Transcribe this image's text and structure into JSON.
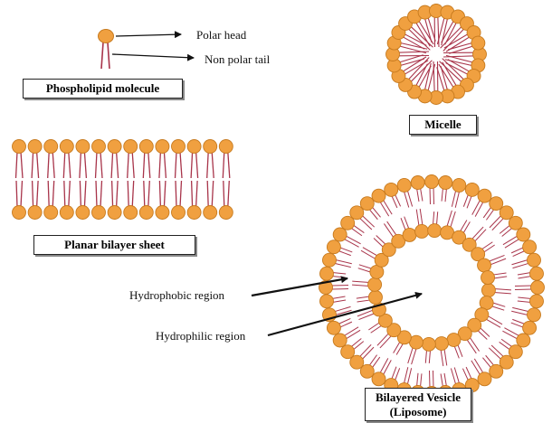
{
  "labels": {
    "polar_head": "Polar head",
    "non_polar_tail": "Non polar tail",
    "phospholipid": "Phospholipid molecule",
    "micelle": "Micelle",
    "planar_bilayer": "Planar bilayer sheet",
    "hydrophobic": "Hydrophobic region",
    "hydrophilic": "Hydrophilic region",
    "vesicle_line1": "Bilayered Vesicle",
    "vesicle_line2": "(Liposome)"
  },
  "colors": {
    "head_fill": "#f0a040",
    "head_stroke": "#c77a1e",
    "tail": "#a8344a",
    "arrow": "#111111"
  }
}
